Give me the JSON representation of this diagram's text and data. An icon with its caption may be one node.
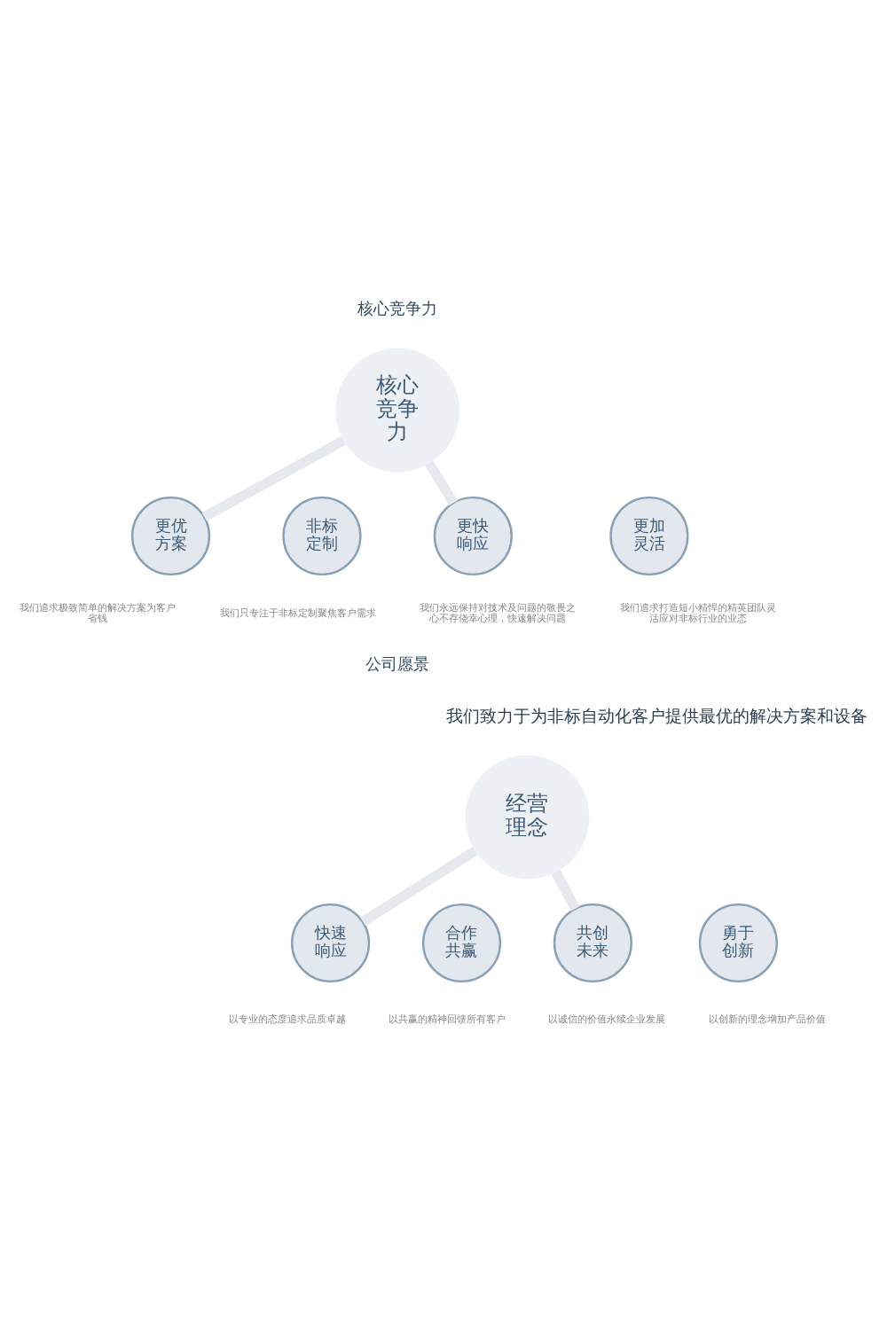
{
  "diagram": {
    "nodes": [
      {
        "text": [
          "核心竞争力"
        ]
      },
      {
        "text": [
          "更优方案"
        ],
        "beside": [
          "我们追求极致简单的解决方案为客户省钱"
        ]
      },
      {
        "text": [
          "非标定制"
        ],
        "beside": [
          "我们只专注于非标定制聚焦客户需求"
        ]
      },
      {
        "text": [
          "更快响应"
        ],
        "beside": [
          "我们永远保持对技术及问题的敬畏之心不存侥幸心理，快速解决问题"
        ]
      },
      {
        "text": [
          "更加灵活"
        ],
        "beside": [
          "我们追求打造短小精悍的精英团队灵活应对非标行业的业态"
        ]
      },
      {
        "text": [
          "经营理念"
        ]
      },
      {
        "text": [
          "快速响应"
        ],
        "beside": [
          "以专业的态度追求品质卓越"
        ]
      },
      {
        "text": [
          "合作共赢"
        ],
        "beside": [
          "以共赢的精神回馈所有客户"
        ]
      },
      {
        "text": [
          "共创未来"
        ],
        "beside": [
          "以诚信的价值永续企业发展"
        ]
      },
      {
        "text": [
          "勇于创新"
        ],
        "beside": [
          "以创新的理念增加产品价值"
        ]
      }
    ],
    "edges": [
      {
        "from": 0,
        "to": 1,
        "arrow": "none"
      },
      {
        "from": 0,
        "to": 3,
        "arrow": "none"
      },
      {
        "from": 5,
        "to": 6,
        "arrow": "none"
      },
      {
        "from": 5,
        "to": 8,
        "arrow": "none"
      }
    ],
    "labels": [
      "核心竞争力",
      "公司愿景",
      "我们致力于为非标自动化客户提供最优的解决方案和设备"
    ]
  }
}
